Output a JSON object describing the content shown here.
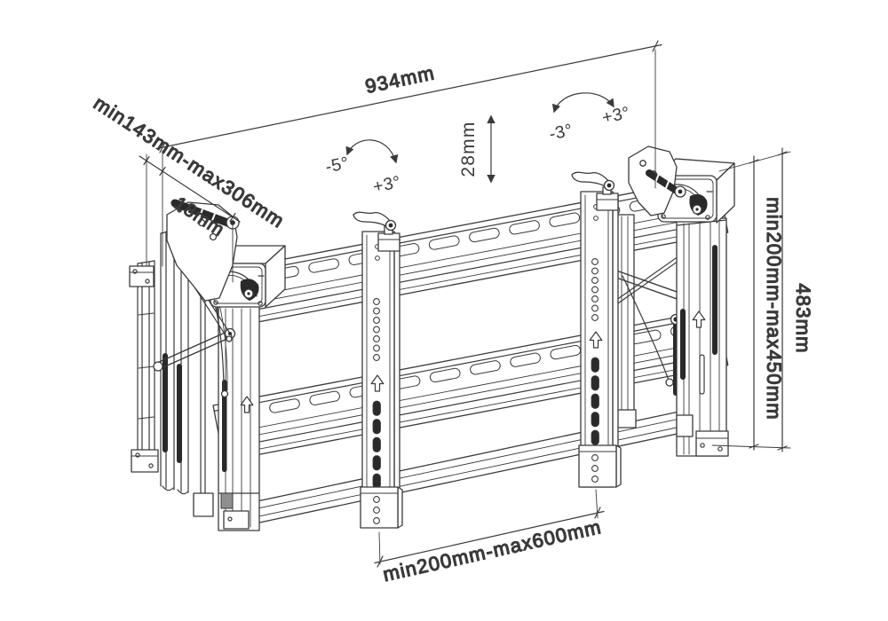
{
  "diagram": {
    "kind": "technical-dimension-drawing",
    "colors": {
      "line": "#3a3a3a",
      "background": "#ffffff",
      "dark_fill": "#2a2a2a",
      "pad_gray": "#8f8f8f"
    },
    "dimensions": {
      "overall_width": "934mm",
      "wall_distance_range": "min143mm-max306mm",
      "wall_plate_depth": "18mm",
      "height_fine_adjustment": "28mm",
      "overall_height": "483mm",
      "vesa_height_range": "min200mm-max450mm",
      "vesa_width_range": "min200mm-max600mm",
      "tilt_front": {
        "down": "-5°",
        "up": "+3°"
      },
      "tilt_rear": {
        "down": "-3°",
        "up": "+3°"
      }
    }
  }
}
